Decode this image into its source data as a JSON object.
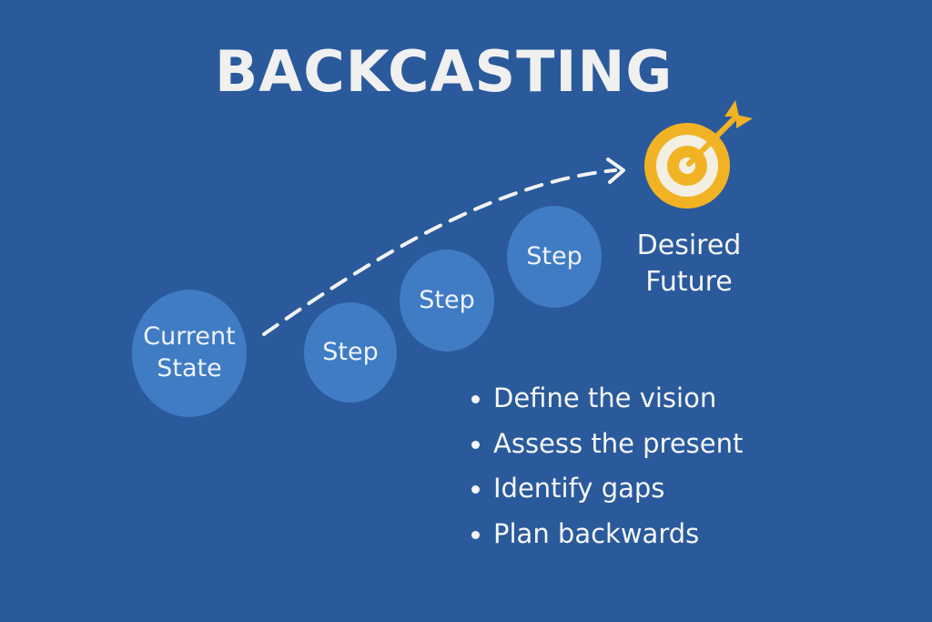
{
  "title": "BACKCASTING",
  "current_state": {
    "line1": "Current",
    "line2": "State"
  },
  "steps": [
    "Step",
    "Step",
    "Step"
  ],
  "goal": {
    "line1": "Desired",
    "line2": "Future"
  },
  "bullets": [
    "Define the vision",
    "Assess the present",
    "Identify gaps",
    "Plan backwards"
  ],
  "colors": {
    "background": "#2a5a9c",
    "bubble": "#3f7cc4",
    "text": "#f4f4f4",
    "target_gold": "#f1b324",
    "target_white": "#f3efe2"
  },
  "icons": {
    "goal": "target-icon",
    "arrow": "dart-arrow-icon",
    "path": "dashed-arrow-icon"
  }
}
